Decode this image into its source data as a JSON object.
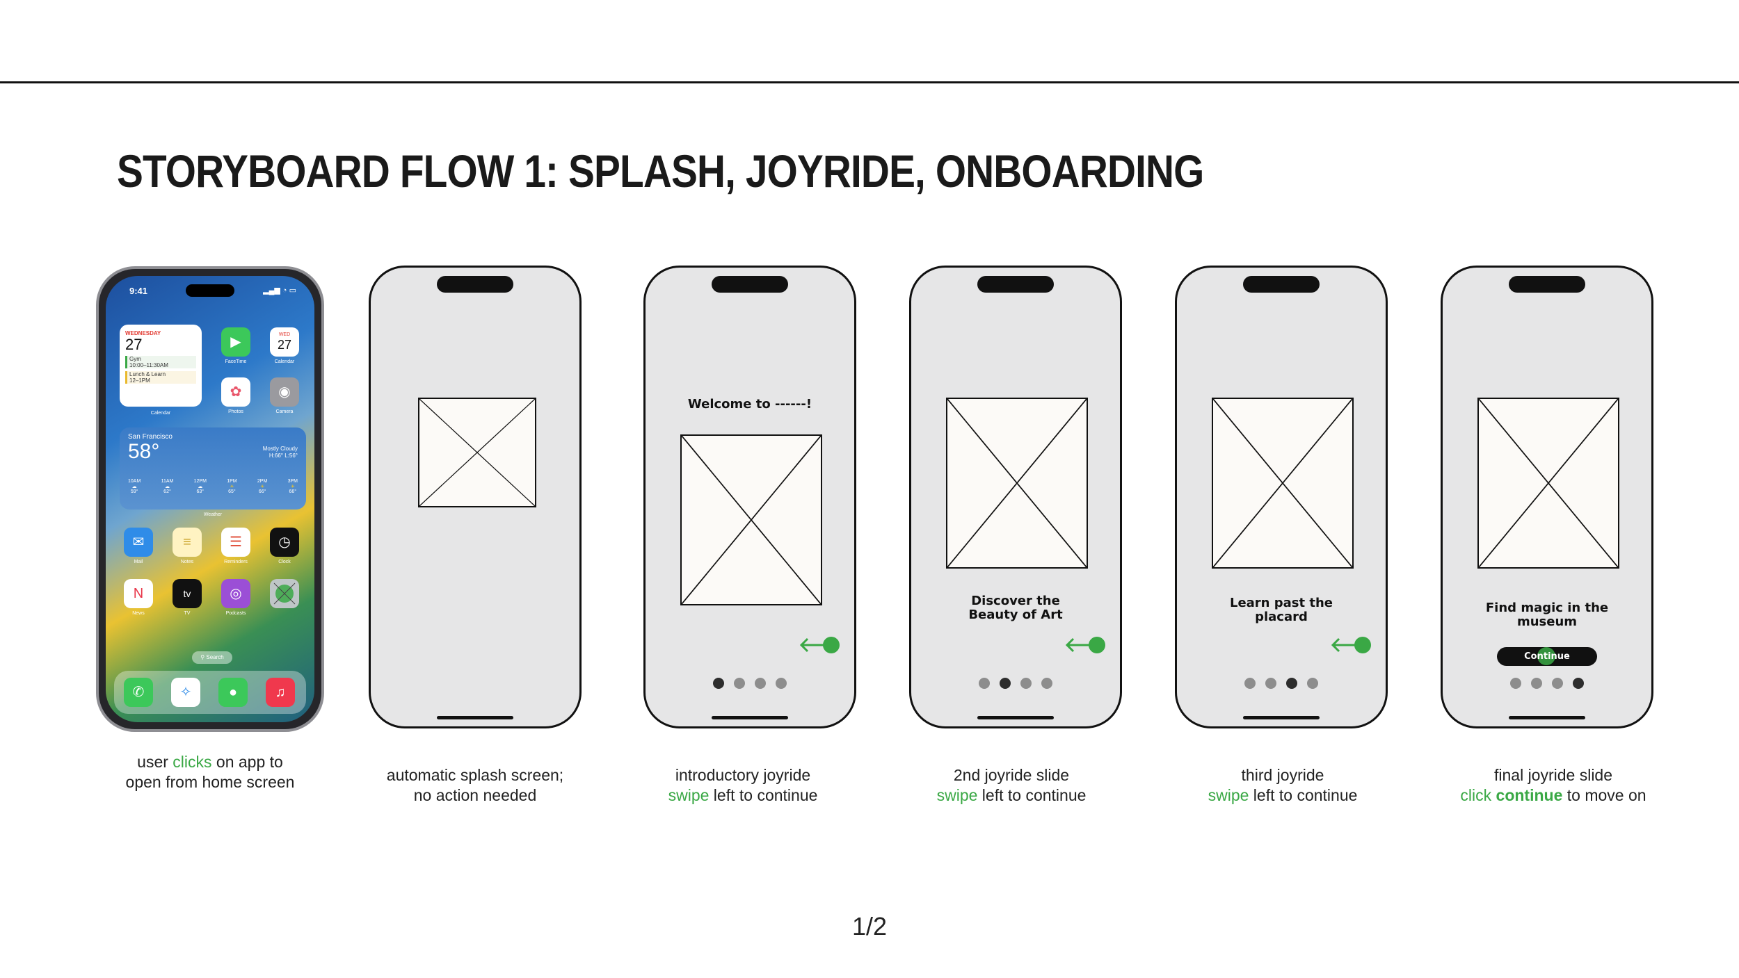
{
  "title": "STORYBOARD FLOW 1: SPLASH, JOYRIDE, ONBOARDING",
  "page_number": "1/2",
  "colors": {
    "accent_green": "#3aa845",
    "wire_bg": "#e6e6e7",
    "outline": "#111111"
  },
  "home_phone": {
    "time": "9:41",
    "calendar_widget": {
      "day": "WEDNESDAY",
      "date": "27",
      "event1": "Gym",
      "event1_time": "10:00–11:30AM",
      "event2": "Lunch & Learn",
      "event2_time": "12–1PM",
      "label": "Calendar"
    },
    "apps_top": [
      {
        "name": "FaceTime",
        "icon": "video-camera-icon"
      },
      {
        "name": "Calendar",
        "icon": "calendar-icon",
        "day": "WED",
        "date": "27"
      },
      {
        "name": "Photos",
        "icon": "photos-icon"
      },
      {
        "name": "Camera",
        "icon": "camera-icon"
      }
    ],
    "weather_widget": {
      "city": "San Francisco",
      "temp": "58°",
      "condition": "Mostly Cloudy",
      "range": "H:66° L:56°",
      "label": "Weather",
      "hours": [
        "10AM",
        "11AM",
        "12PM",
        "1PM",
        "2PM",
        "3PM"
      ],
      "temps": [
        "59°",
        "62°",
        "63°",
        "65°",
        "66°",
        "66°"
      ]
    },
    "apps_mid": [
      {
        "name": "Mail",
        "icon": "mail-icon"
      },
      {
        "name": "Notes",
        "icon": "notes-icon"
      },
      {
        "name": "Reminders",
        "icon": "reminders-icon"
      },
      {
        "name": "Clock",
        "icon": "clock-icon"
      },
      {
        "name": "News",
        "icon": "news-icon"
      },
      {
        "name": "TV",
        "icon": "tv-icon"
      },
      {
        "name": "Podcasts",
        "icon": "podcasts-icon"
      },
      {
        "name": "",
        "icon": "tapped-app-icon"
      }
    ],
    "search_label": "Search",
    "dock": [
      "phone-icon",
      "safari-icon",
      "messages-icon",
      "music-icon"
    ]
  },
  "screens": [
    {
      "heading": "",
      "dots_active": null
    },
    {
      "heading": "Welcome to ------!",
      "dots_active": 0
    },
    {
      "heading": "Discover the Beauty of Art",
      "heading_lines": [
        "Discover the",
        "Beauty of Art"
      ],
      "dots_active": 1
    },
    {
      "heading": "Learn past the placard",
      "heading_lines": [
        "Learn past the",
        "placard"
      ],
      "dots_active": 2
    },
    {
      "heading": "Find magic in the museum",
      "heading_lines": [
        "Find magic in the",
        "museum"
      ],
      "button_label": "Continue",
      "dots_active": 3
    }
  ],
  "captions": [
    {
      "parts": [
        "user ",
        "clicks",
        " on app to"
      ],
      "line2": "open from home screen"
    },
    {
      "line1": "automatic splash screen;",
      "line2": "no action needed"
    },
    {
      "line1": "introductory joyride",
      "line2_green": "swipe",
      "line2_rest": " left to continue"
    },
    {
      "line1": "2nd joyride slide",
      "line2_green": "swipe",
      "line2_rest": " left to continue"
    },
    {
      "line1": "third joyride",
      "line2_green": "swipe",
      "line2_rest": " left to continue"
    },
    {
      "line1": "final joyride slide",
      "line2_green": "click",
      "line2_bold": " continue",
      "line2_rest": " to move on"
    }
  ]
}
